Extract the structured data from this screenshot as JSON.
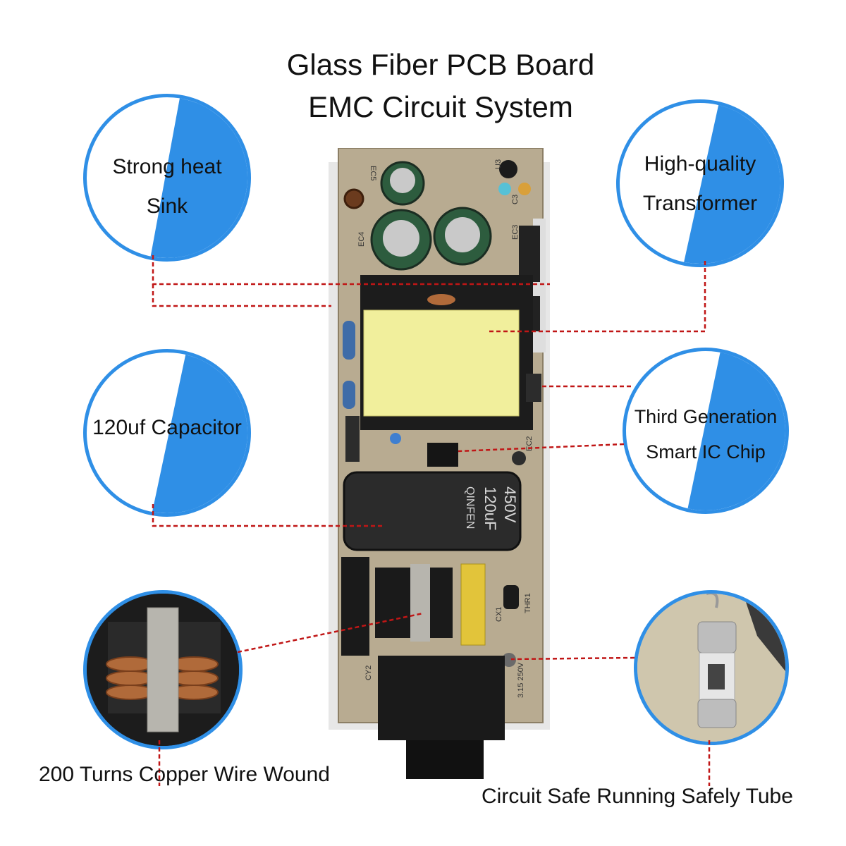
{
  "title": {
    "line1": "Glass Fiber PCB Board",
    "line2": "EMC Circuit System"
  },
  "features": {
    "heat_sink": {
      "line1": "Strong heat",
      "line2": "Sink"
    },
    "transformer": {
      "line1": "High-quality",
      "line2": "Transformer"
    },
    "capacitor": {
      "line1": "120uf Capacitor"
    },
    "ic_chip": {
      "line1": "Third Generation",
      "line2": "Smart  IC Chip"
    }
  },
  "captions": {
    "coil": "200 Turns Copper Wire Wound",
    "fuse": "Circuit Safe Running Safely Tube"
  },
  "board_labels": {
    "ec5": "EC5",
    "ec4": "EC4",
    "ec3": "EC3",
    "ec2": "EC2",
    "c3": "C3",
    "u3": "U3",
    "cx1": "CX1",
    "cy2": "CY2",
    "thr1": "THR1",
    "fuse_rating": "3.15 250V"
  },
  "capacitor_marking": {
    "voltage": "450V",
    "capacitance": "120uF",
    "brand": "QINFEN"
  },
  "colors": {
    "accent": "#2f8fe6",
    "leader": "#c01616",
    "board": "#b8ab91",
    "transformer": "#f1ef9c"
  }
}
